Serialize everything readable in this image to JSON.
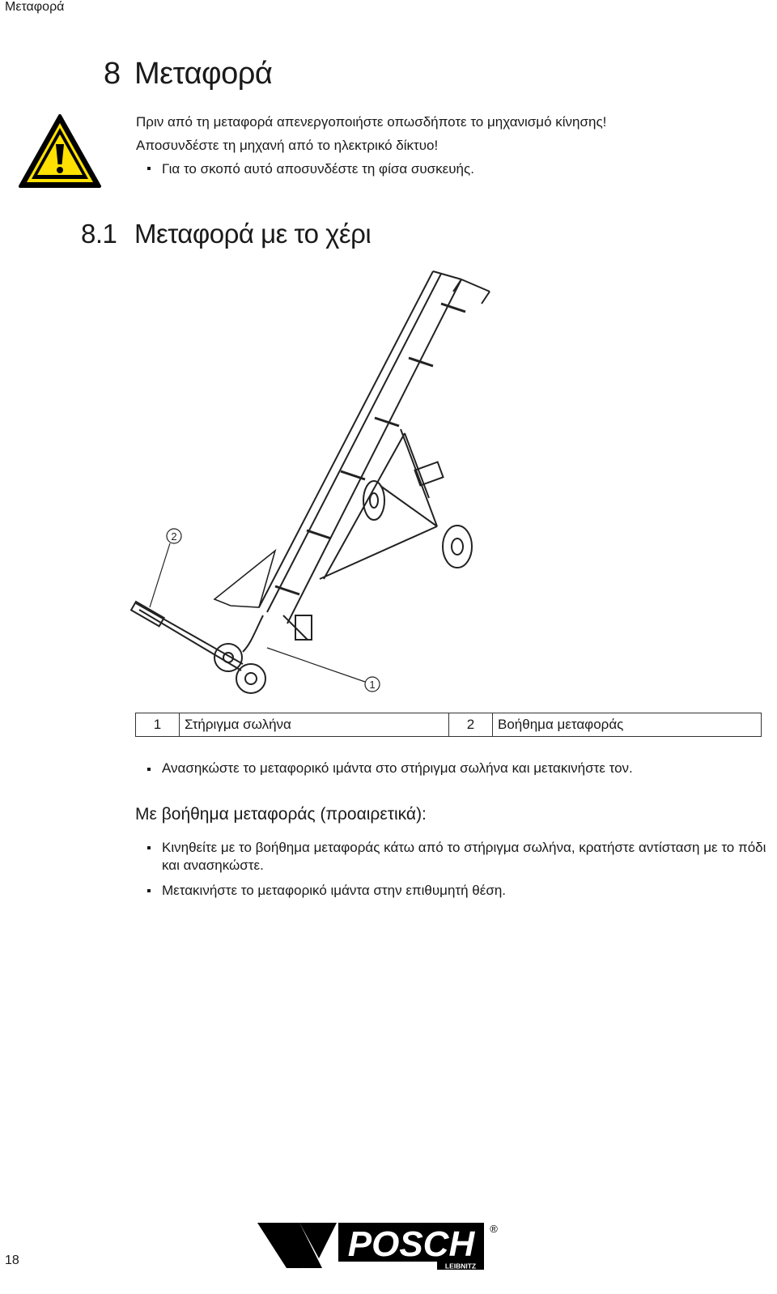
{
  "header": {
    "running_title": "Μεταφορά"
  },
  "chapter": {
    "number": "8",
    "title": "Μεταφορά"
  },
  "warning": {
    "icon": "warning-triangle-icon",
    "lines": [
      "Πριν από τη μεταφορά απενεργοποιήστε οπωσδήποτε το μηχανισμό κίνησης!",
      "Αποσυνδέστε τη μηχανή από το ηλεκτρικό δίκτυο!"
    ],
    "bullet": "Για το σκοπό αυτό αποσυνδέστε τη φίσα συσκευής."
  },
  "section": {
    "number": "8.1",
    "title": "Μεταφορά με το χέρι"
  },
  "figure": {
    "callouts": [
      "1",
      "2"
    ]
  },
  "legend": [
    {
      "num": "1",
      "label": "Στήριγμα σωλήνα"
    },
    {
      "num": "2",
      "label": "Βοήθημα μεταφοράς"
    }
  ],
  "instruction": "Ανασηκώστε το μεταφορικό ιμάντα στο στήριγμα σωλήνα και μετακινήστε τον.",
  "subheading": "Με βοήθημα μεταφοράς (προαιρετικά):",
  "steps": [
    "Κινηθείτε με το βοήθημα μεταφοράς κάτω από το στήριγμα σωλήνα, κρατήστε αντίσταση με το πόδι και ανασηκώστε.",
    "Μετακινήστε το μεταφορικό ιμάντα στην επιθυμητή θέση."
  ],
  "footer": {
    "page_number": "18",
    "logo_text": "POSCH",
    "logo_subtext": "LEIBNITZ",
    "logo_mark": "®"
  }
}
